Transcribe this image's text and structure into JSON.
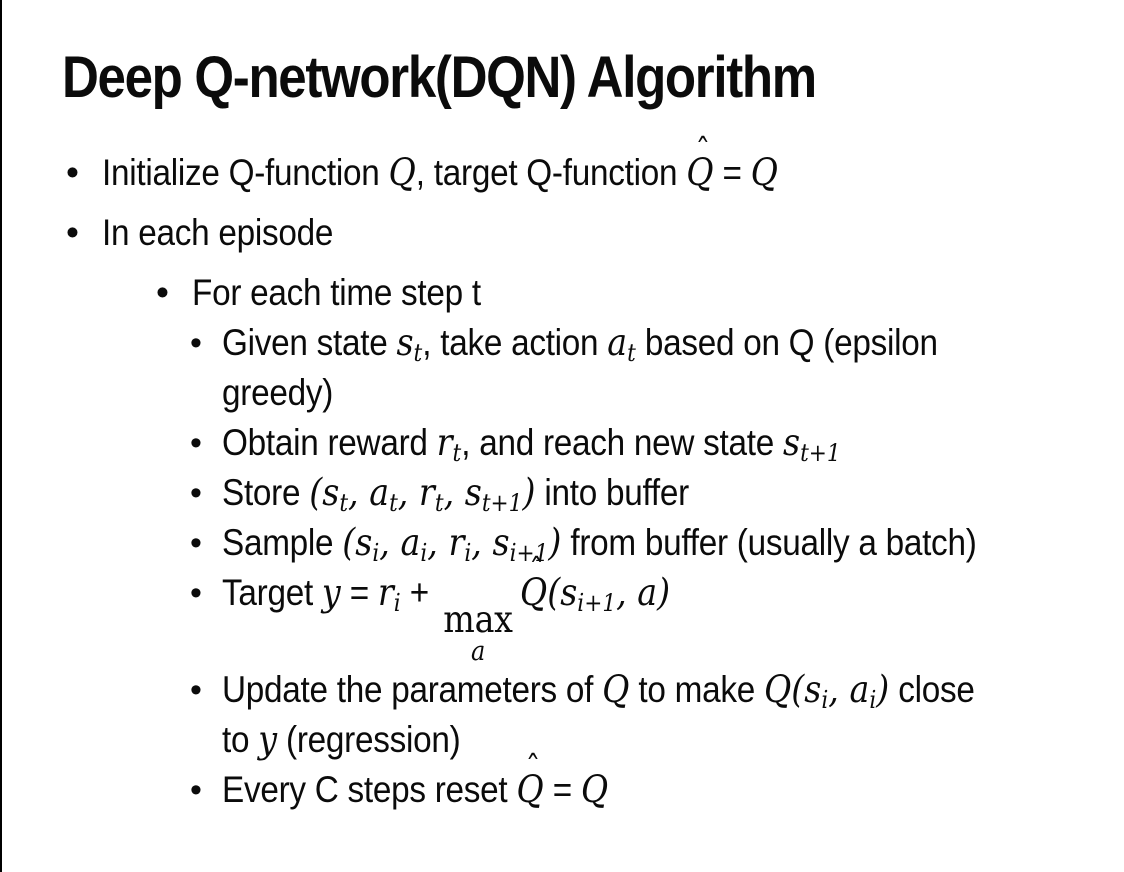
{
  "colors": {
    "background": "#ffffff",
    "text": "#0b0b0b",
    "left_edge_line": "#000000"
  },
  "slide": {
    "title": "Deep Q-network(DQN) Algorithm",
    "bullets": [
      {
        "level": 1,
        "text": "Initialize Q-function Q, target Q-function Q̂ = Q",
        "html": "Initialize Q-function <span class='m'>Q</span>, target Q-function <span class='m hat'>Q</span> = <span class='m'>Q</span>"
      },
      {
        "level": 1,
        "text": "In each episode",
        "html": "In each episode"
      },
      {
        "level": 2,
        "text": "For each time step t",
        "html": "For each time step t"
      },
      {
        "level": 3,
        "text": "Given state st, take action at based on Q (epsilon greedy)",
        "html": "Given state <span class='m'>s<sub>t</sub></span>, take action <span class='m'>a<sub>t</sub></span> based on Q (epsilon<br>greedy)"
      },
      {
        "level": 3,
        "text": "Obtain reward rt, and reach new state st+1",
        "html": "Obtain reward <span class='m'>r<sub>t</sub></span>, and reach new state <span class='m'>s<sub>t+1</sub></span>"
      },
      {
        "level": 3,
        "text": "Store (st, at, rt, st+1) into buffer",
        "html": "Store <span class='m'>(s<sub>t</sub>, a<sub>t</sub>, r<sub>t</sub>, s<sub>t+1</sub>)</span> into buffer"
      },
      {
        "level": 3,
        "text": "Sample (si, ai, ri, si+1) from buffer (usually a batch)",
        "html": "Sample <span class='m'>(s<sub>i</sub>, a<sub>i</sub>, r<sub>i</sub>, s<sub>i+1</sub>)</span> from buffer (usually a batch)"
      },
      {
        "level": 3,
        "text": "Target y = ri + max_a Q̂(si+1, a)",
        "html": "Target <span class='m'>y</span> = <span class='m'>r<sub>i</sub></span> + <span class='maxa'><span class='mx'>max</span><span class='ma'>a</span></span><span class='m hat'>Q</span><span class='m'>(s<sub>i+1</sub>, a)</span>"
      },
      {
        "level": 3,
        "text": "Update the parameters of Q to make Q(si, ai) close to y (regression)",
        "html": "Update the parameters of <span class='m'>Q</span> to make <span class='m'>Q(s<sub>i</sub>, a<sub>i</sub>)</span> close<br>to <span class='m'>y</span> (regression)"
      },
      {
        "level": 3,
        "text": "Every C steps reset Q̂ = Q",
        "html": "Every C steps reset <span class='m hat'>Q</span> = <span class='m'>Q</span>"
      }
    ]
  }
}
